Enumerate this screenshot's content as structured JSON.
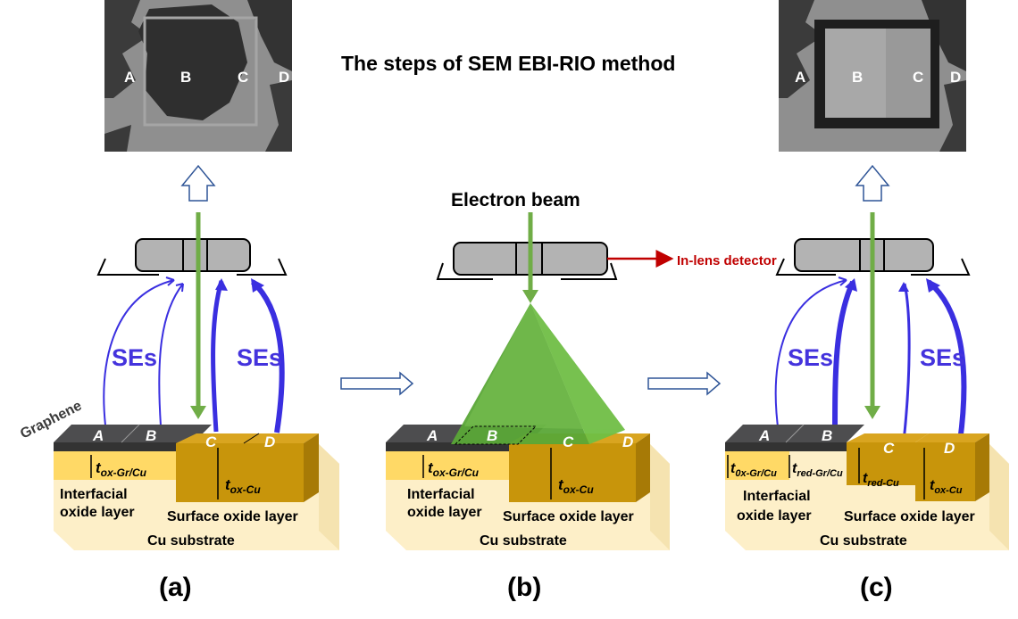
{
  "title": "The steps of SEM EBI-RIO method",
  "sem_images": {
    "left": {
      "labels": [
        "A",
        "B",
        "C",
        "D"
      ]
    },
    "right": {
      "labels": [
        "A",
        "B",
        "C",
        "D"
      ]
    }
  },
  "labels": {
    "electron_beam": "Electron beam",
    "in_lens_detector": "In-lens detector",
    "ses": "SEs",
    "graphene": "Graphene",
    "interfacial_line1": "Interfacial",
    "interfacial_line2": "oxide layer",
    "surface_oxide": "Surface oxide layer",
    "cu_substrate": "Cu substrate",
    "regions": [
      "A",
      "B",
      "C",
      "D"
    ]
  },
  "thickness": {
    "t_main": "t",
    "ox_gr_cu": "ox-Gr/Cu",
    "ox_cu": "ox-Cu",
    "zero_gr_cu": "0x-Gr/Cu",
    "red_gr_cu": "red-Gr/Cu",
    "red_cu": "red-Cu"
  },
  "panels": [
    "(a)",
    "(b)",
    "(c)"
  ],
  "colors": {
    "graphene": "#4d4d4f",
    "cu_oxide": "#c8950b",
    "interfacial": "#ffd966",
    "substrate": "#fdefc8",
    "beam": "#70ad47",
    "ses_arrow": "#3a2fe0",
    "ses_text": "#4433dd",
    "detector": "#b3b3b3",
    "in_lens": "#c00000"
  }
}
